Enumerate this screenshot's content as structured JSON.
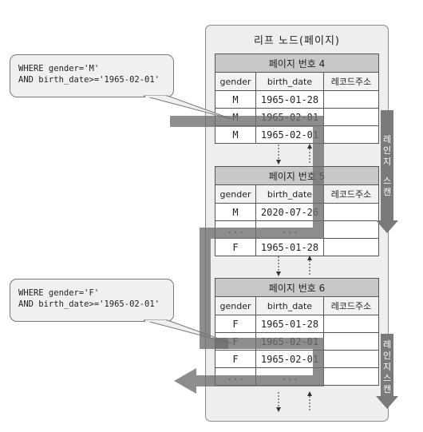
{
  "leaf_title": "리프 노드(페이지)",
  "columns": [
    "gender",
    "birth_date",
    "레코드주소"
  ],
  "pages": [
    {
      "title": "페이지 번호 4",
      "rows": [
        [
          "M",
          "1965-01-28",
          ""
        ],
        [
          "M",
          "1965-02-01",
          ""
        ],
        [
          "M",
          "1965-02-01",
          ""
        ]
      ]
    },
    {
      "title": "페이지 번호 5",
      "rows": [
        [
          "M",
          "2020-07-26",
          ""
        ],
        [
          "...",
          "...",
          ""
        ],
        [
          "F",
          "1965-01-28",
          ""
        ]
      ]
    },
    {
      "title": "페이지 번호 6",
      "rows": [
        [
          "F",
          "1965-01-28",
          ""
        ],
        [
          "F",
          "1965-02-01",
          ""
        ],
        [
          "F",
          "1965-02-01",
          ""
        ],
        [
          "...",
          "...",
          ""
        ]
      ]
    }
  ],
  "queries": [
    {
      "line1": "WHERE gender='M'",
      "line2": "AND birth_date>='1965-02-01'"
    },
    {
      "line1": "WHERE gender='F'",
      "line2": "AND birth_date>='1965-02-01'"
    }
  ],
  "range_scan_label_1": [
    "레",
    "인",
    "지",
    "스",
    "캔"
  ],
  "range_scan_label_2": [
    "레",
    "인",
    "지",
    "스",
    "캔"
  ],
  "colors": {
    "arrow": "#7a7a7a",
    "page_header": "#c8c8c8",
    "leaf_bg": "#eeeeee"
  }
}
